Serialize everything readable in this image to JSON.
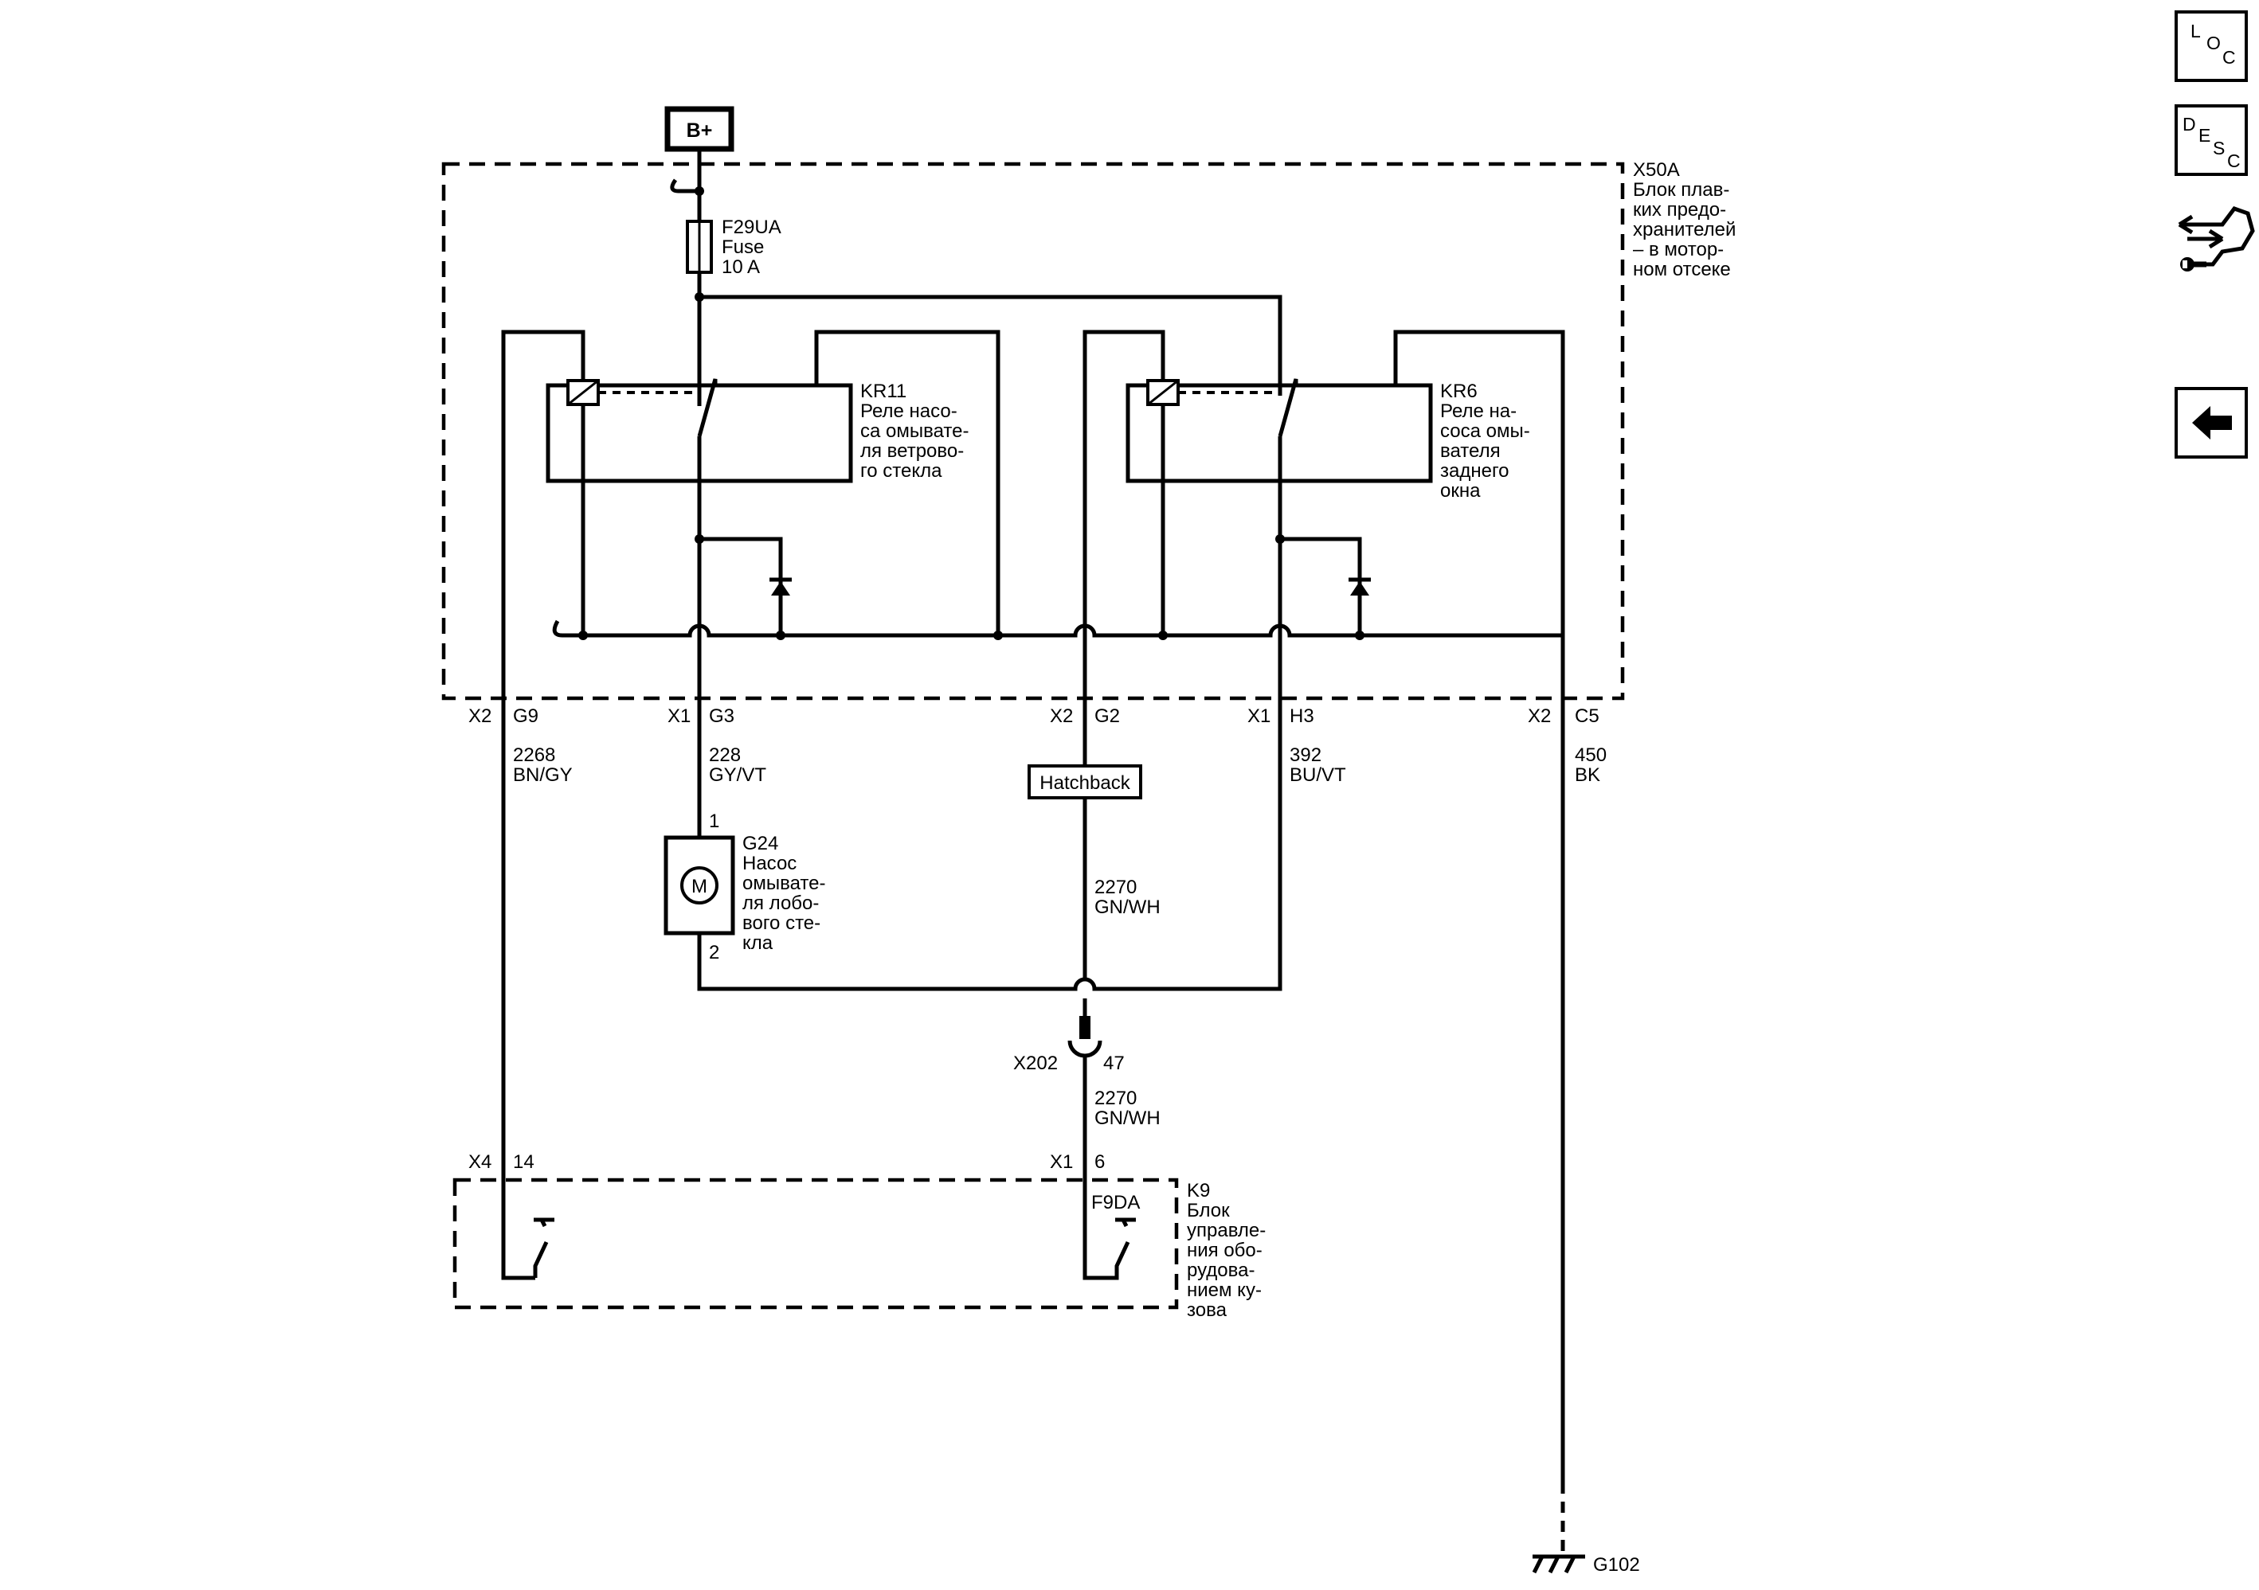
{
  "supply": {
    "label": "B+"
  },
  "fuse_block": {
    "id": "X50A",
    "name_lines": [
      "Блок плав-",
      "ких предо-",
      "хранителей",
      "– в мотор-",
      "ном отсеке"
    ]
  },
  "fuse": {
    "id": "F29UA",
    "type": "Fuse",
    "rating": "10 A"
  },
  "relay_front": {
    "id": "KR11",
    "name_lines": [
      "Реле насо-",
      "са омывате-",
      "ля ветрово-",
      "го стекла"
    ]
  },
  "relay_rear": {
    "id": "KR6",
    "name_lines": [
      "Реле на-",
      "соса омы-",
      "вателя",
      "заднего",
      "окна"
    ]
  },
  "pins": {
    "p1": {
      "connector": "X2",
      "terminal": "G9"
    },
    "p2": {
      "connector": "X1",
      "terminal": "G3"
    },
    "p3": {
      "connector": "X2",
      "terminal": "G2"
    },
    "p4": {
      "connector": "X1",
      "terminal": "H3"
    },
    "p5": {
      "connector": "X2",
      "terminal": "C5"
    }
  },
  "wires": {
    "w2268": {
      "circuit": "2268",
      "color": "BN/GY"
    },
    "w228": {
      "circuit": "228",
      "color": "GY/VT"
    },
    "w2270a": {
      "circuit": "2270",
      "color": "GN/WH"
    },
    "w2270b": {
      "circuit": "2270",
      "color": "GN/WH"
    },
    "w392": {
      "circuit": "392",
      "color": "BU/VT"
    },
    "w450": {
      "circuit": "450",
      "color": "BK"
    }
  },
  "option_box": {
    "label": "Hatchback"
  },
  "pump": {
    "id": "G24",
    "symbol": "M",
    "pin_top": "1",
    "pin_bottom": "2",
    "name_lines": [
      "Насос",
      "омывате-",
      "ля лобо-",
      "вого сте-",
      "кла"
    ]
  },
  "inline_connector": {
    "id": "X202",
    "pin": "47"
  },
  "bcm": {
    "id": "K9",
    "left_connector": "X4",
    "left_pin": "14",
    "right_connector": "X1",
    "right_pin": "6",
    "switch_label": "F9DA",
    "name_lines": [
      "Блок",
      "управле-",
      "ния обо-",
      "рудова-",
      "нием ку-",
      "зова"
    ]
  },
  "ground": {
    "id": "G102"
  },
  "side_buttons": {
    "loc": {
      "letters": [
        "L",
        "O",
        "C"
      ]
    },
    "desc": {
      "letters": [
        "D",
        "E",
        "S",
        "C"
      ]
    },
    "back": {}
  }
}
